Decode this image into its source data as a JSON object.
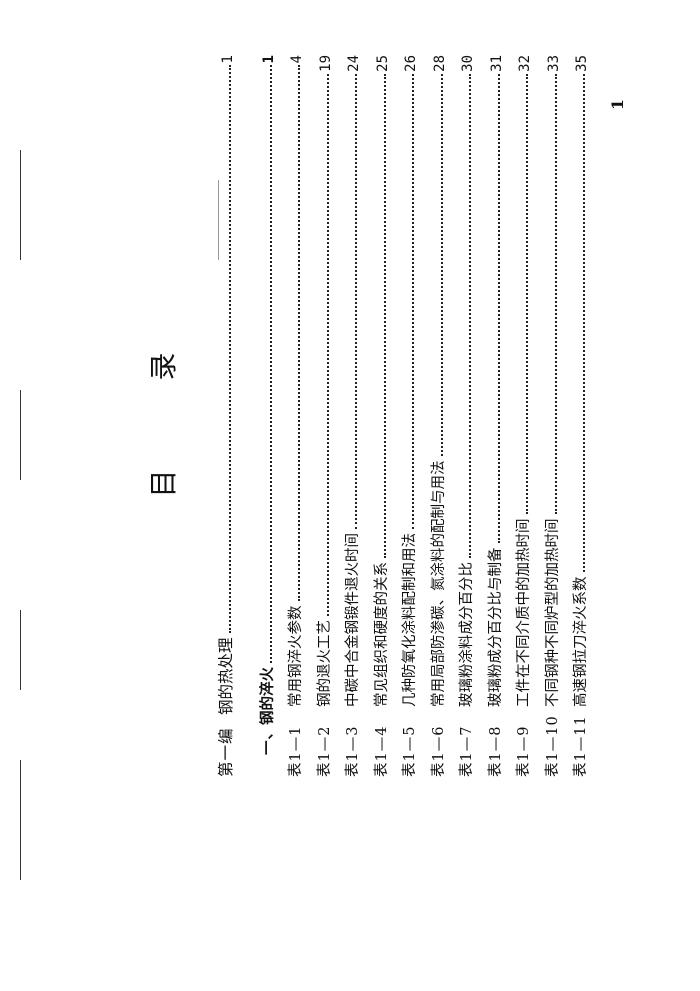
{
  "title": "目 录",
  "entries": [
    {
      "code": "第一编",
      "text": "钢的热处理",
      "page": "1"
    },
    {
      "code": "一、",
      "text": "钢的淬火",
      "page": "1"
    },
    {
      "code": "表1—1",
      "text": "常用钢淬火参数",
      "page": "4"
    },
    {
      "code": "表1—2",
      "text": "钢的退火工艺",
      "page": "19"
    },
    {
      "code": "表1—3",
      "text": "中碳中合金钢锻件退火时间",
      "page": "24"
    },
    {
      "code": "表1—4",
      "text": "常见组织和硬度的关系",
      "page": "25"
    },
    {
      "code": "表1—5",
      "text": "几种防氧化涂料配制和用法",
      "page": "26"
    },
    {
      "code": "表1—6",
      "text": "常用局部防渗碳、氮涂料的配制与用法",
      "page": "28"
    },
    {
      "code": "表1—7",
      "text": "玻璃粉涂料成分百分比",
      "page": "30"
    },
    {
      "code": "表1—8",
      "text": "玻璃粉成分百分比与制备",
      "page": "31"
    },
    {
      "code": "表1—9",
      "text": "工件在不同介质中的加热时间",
      "page": "32"
    },
    {
      "code": "表1—10",
      "text": "不同钢种不同炉型的加热时间",
      "page": "33"
    },
    {
      "code": "表1—11",
      "text": "高速钢拉刀淬火系数",
      "page": "35"
    }
  ],
  "folio": "1"
}
